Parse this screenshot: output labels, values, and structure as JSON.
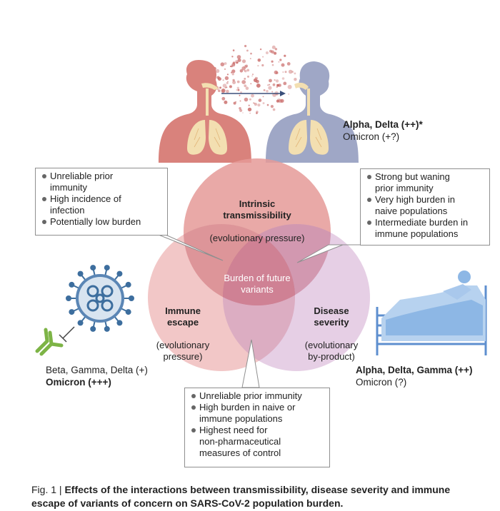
{
  "circles": {
    "transmissibility": {
      "title": "Intrinsic\ntransmissibility",
      "subtitle": "(evolutionary pressure)",
      "color": "#e59a98"
    },
    "immune_escape": {
      "title": "Immune\nescape",
      "subtitle": "(evolutionary\npressure)",
      "color": "#eeb4b4"
    },
    "disease_severity": {
      "title": "Disease\nseverity",
      "subtitle": "(evolutionary\nby-product)",
      "color": "#ddbfdc"
    },
    "center": {
      "label": "Burden of future\nvariants",
      "color": "#c8697a"
    }
  },
  "boxes": {
    "top_left": [
      "Unreliable prior\nimmunity",
      "High incidence of\ninfection",
      "Potentially low burden"
    ],
    "top_right": [
      "Strong but waning\nprior immunity",
      "Very high burden in\nnaive populations",
      "Intermediate burden in\nimmune populations"
    ],
    "bottom": [
      "Unreliable prior immunity",
      "High burden in naive or\nimmune populations",
      "Highest need for\nnon-pharmaceutical\nmeasures of control"
    ]
  },
  "variant_labels": {
    "transmissibility": {
      "line1": "Alpha, Delta (++)*",
      "line2": "Omicron (+?)"
    },
    "immune_escape": {
      "line1": "Beta, Gamma, Delta (+)",
      "line2": "Omicron (+++)"
    },
    "severity": {
      "line1": "Alpha, Delta, Gamma (++)",
      "line2": "Omicron (?)"
    }
  },
  "caption": {
    "prefix": "Fig. 1 | ",
    "text": "Effects of the interactions between transmissibility, disease severity and immune escape of variants of concern on SARS-CoV-2 population burden."
  },
  "colors": {
    "person_left": "#d9827c",
    "person_right": "#9fa7c6",
    "lungs": "#f3dfb1",
    "virus": "#3d6e9e",
    "antibody": "#7db446",
    "bed": "#5e8fcf",
    "droplets": "#c96a68"
  }
}
